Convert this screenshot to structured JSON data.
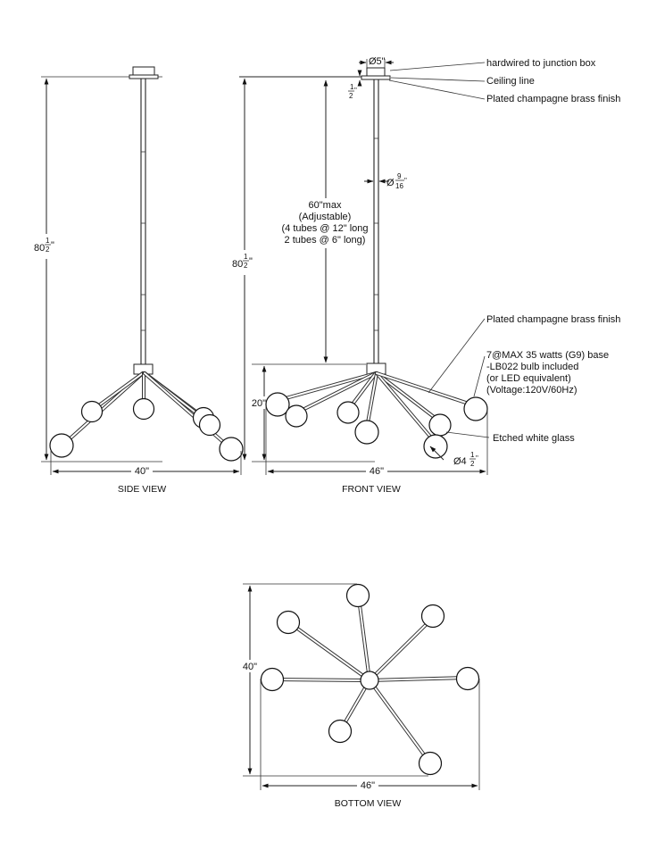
{
  "side_view": {
    "height": "80",
    "height_frac_num": "1",
    "height_frac_den": "2",
    "height_unit": "\"",
    "width": "40\"",
    "title": "SIDE VIEW"
  },
  "front_view": {
    "canopy_dia": "Ø5\"",
    "canopy_height_num": "1",
    "canopy_height_den": "2",
    "canopy_height_unit": "\"",
    "rod_dia_prefix": "Ø",
    "rod_dia_num": "9",
    "rod_dia_den": "16",
    "rod_dia_unit": "\"",
    "rod_note": [
      "60\"max",
      "(Adjustable)",
      "(4 tubes @ 12\" long",
      "2 tubes @ 6\" long)"
    ],
    "height": "80",
    "height_frac_num": "1",
    "height_frac_den": "2",
    "height_unit": "\"",
    "body_height": "20\"",
    "globe_dia_prefix": "Ø4",
    "globe_dia_num": "1",
    "globe_dia_den": "2",
    "globe_dia_unit": "\"",
    "width": "46\"",
    "title": "FRONT VIEW"
  },
  "callouts": {
    "junction_box": "hardwired to junction box",
    "ceiling": "Ceiling line",
    "finish_top": "Plated champagne brass finish",
    "finish_arms": "Plated champagne brass finish",
    "bulb_spec": [
      "7@MAX 35 watts (G9) base",
      "-LB022 bulb included",
      "(or LED equivalent)",
      "(Voltage:120V/60Hz)"
    ],
    "glass": "Etched white glass"
  },
  "bottom_view": {
    "depth": "40\"",
    "width": "46\"",
    "title": "BOTTOM VIEW"
  }
}
